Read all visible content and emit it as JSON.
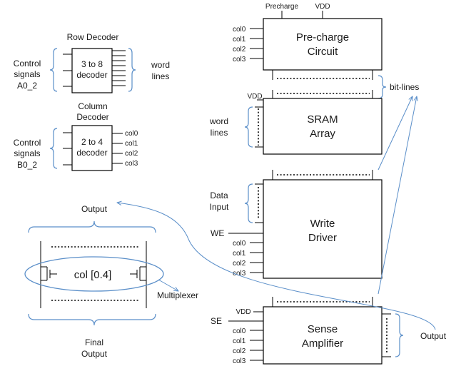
{
  "row_decoder": {
    "title": "Row Decoder",
    "box_label_1": "3 to 8",
    "box_label_2": "decoder",
    "control_label_1": "Control",
    "control_label_2": "signals",
    "control_label_3": "A0_2",
    "output_label_1": "word",
    "output_label_2": "lines"
  },
  "column_decoder": {
    "title_1": "Column",
    "title_2": "Decoder",
    "box_label_1": "2 to 4",
    "box_label_2": "decoder",
    "control_label_1": "Control",
    "control_label_2": "signals",
    "control_label_3": "B0_2",
    "outputs": [
      "col0",
      "col1",
      "col2",
      "col3"
    ]
  },
  "precharge": {
    "precharge_pin": "Precharge",
    "vdd_pin": "VDD",
    "label_1": "Pre-charge",
    "label_2": "Circuit",
    "cols": [
      "col0",
      "col1",
      "col2",
      "col3"
    ]
  },
  "bitlines_label": "bit-lines",
  "sram": {
    "vdd_pin": "VDD",
    "label_1": "SRAM",
    "label_2": "Array",
    "wordlines_1": "word",
    "wordlines_2": "lines"
  },
  "write_driver": {
    "data_input_1": "Data",
    "data_input_2": "Input",
    "we_label": "WE",
    "label_1": "Write",
    "label_2": "Driver",
    "cols": [
      "col0",
      "col1",
      "col2",
      "col3"
    ]
  },
  "sense_amp": {
    "vdd_pin": "VDD",
    "se_label": "SE",
    "label_1": "Sense",
    "label_2": "Amplifier",
    "cols": [
      "col0",
      "col1",
      "col2",
      "col3"
    ],
    "output_label": "Output"
  },
  "mux": {
    "top_output": "Output",
    "center_label": "col [0.4]",
    "mux_label": "Multiplexer",
    "final_1": "Final",
    "final_2": "Output"
  }
}
